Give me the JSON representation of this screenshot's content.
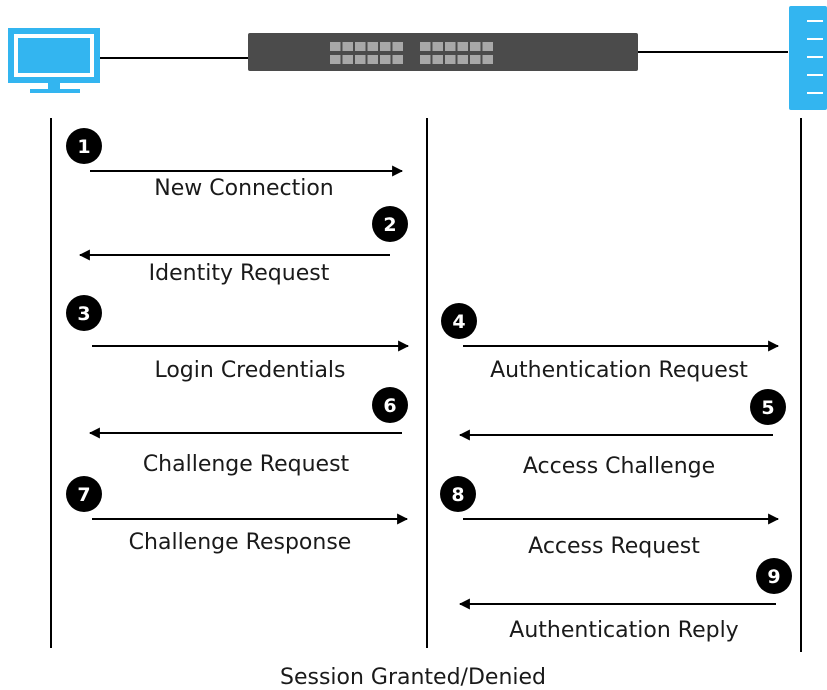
{
  "devices": {
    "client": "monitor-icon",
    "switch": "switch-icon",
    "server": "server-icon"
  },
  "colors": {
    "device_blue": "#33b5f0",
    "switch_gray": "#4b4b4b",
    "port_light": "#a8a8a8",
    "line": "#000000"
  },
  "steps": [
    {
      "number": "1",
      "label": "New Connection",
      "direction": "client-to-switch"
    },
    {
      "number": "2",
      "label": "Identity Request",
      "direction": "switch-to-client"
    },
    {
      "number": "3",
      "label": "Login Credentials",
      "direction": "client-to-switch"
    },
    {
      "number": "4",
      "label": "Authentication Request",
      "direction": "switch-to-server"
    },
    {
      "number": "5",
      "label": "Access Challenge",
      "direction": "server-to-switch"
    },
    {
      "number": "6",
      "label": "Challenge Request",
      "direction": "switch-to-client"
    },
    {
      "number": "7",
      "label": "Challenge Response",
      "direction": "client-to-switch"
    },
    {
      "number": "8",
      "label": "Access Request",
      "direction": "switch-to-server"
    },
    {
      "number": "9",
      "label": "Authentication Reply",
      "direction": "server-to-switch"
    }
  ],
  "footer": "Session Granted/Denied"
}
